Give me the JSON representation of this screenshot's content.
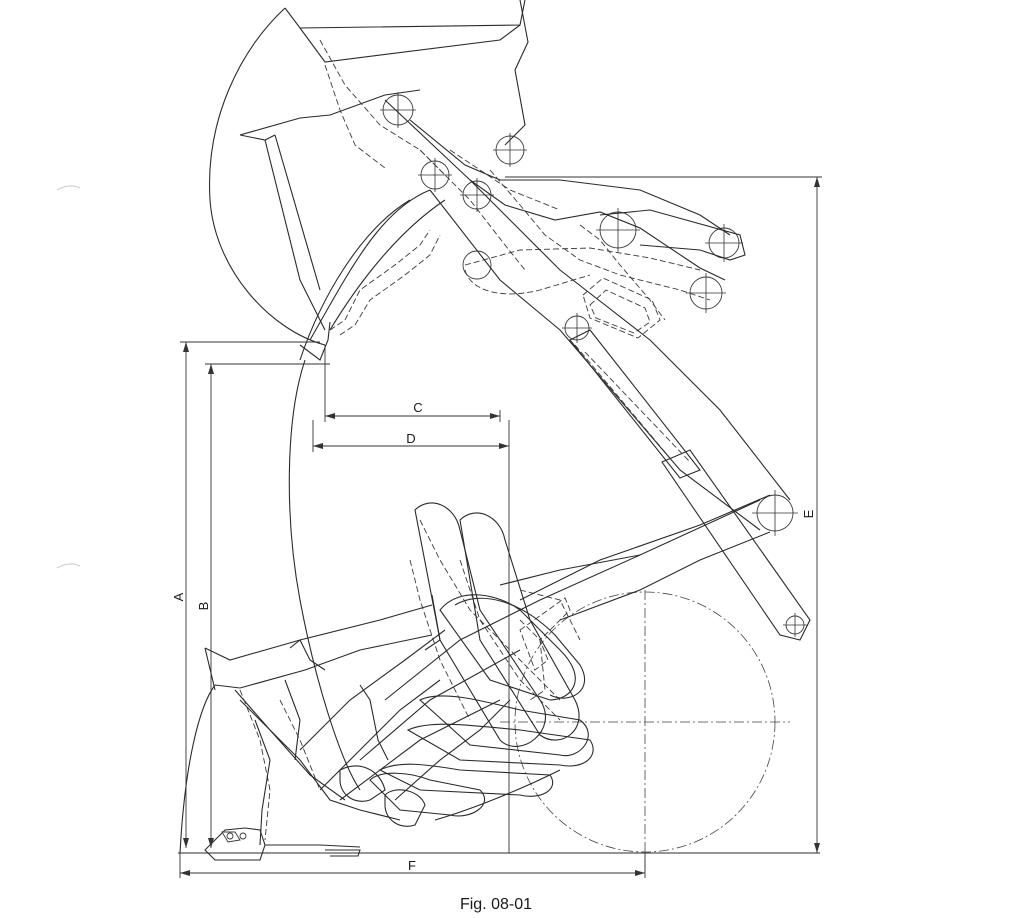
{
  "figure": {
    "caption": "Fig. 08-01",
    "dimension_labels": {
      "a": "A",
      "b": "B",
      "c": "C",
      "d": "D",
      "e": "E",
      "f": "F"
    }
  }
}
